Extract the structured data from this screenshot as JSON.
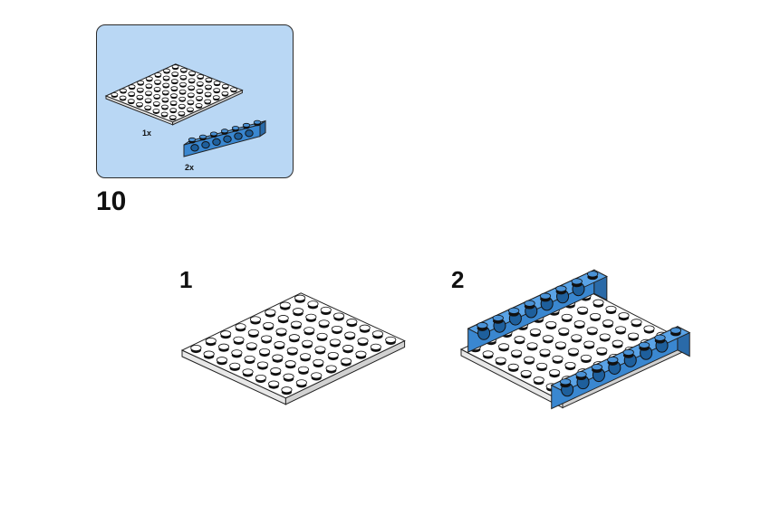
{
  "parts_list": {
    "items": [
      {
        "quantity": "1x",
        "part": "white-8x8-plate"
      },
      {
        "quantity": "2x",
        "part": "blue-1x8-technic-brick"
      }
    ]
  },
  "main_step": "10",
  "sub_steps": [
    {
      "number": "1"
    },
    {
      "number": "2"
    }
  ],
  "colors": {
    "panel_bg": "#b9d7f4",
    "plate_white": "#ffffff",
    "brick_blue": "#3a87d0",
    "outline": "#222222"
  }
}
